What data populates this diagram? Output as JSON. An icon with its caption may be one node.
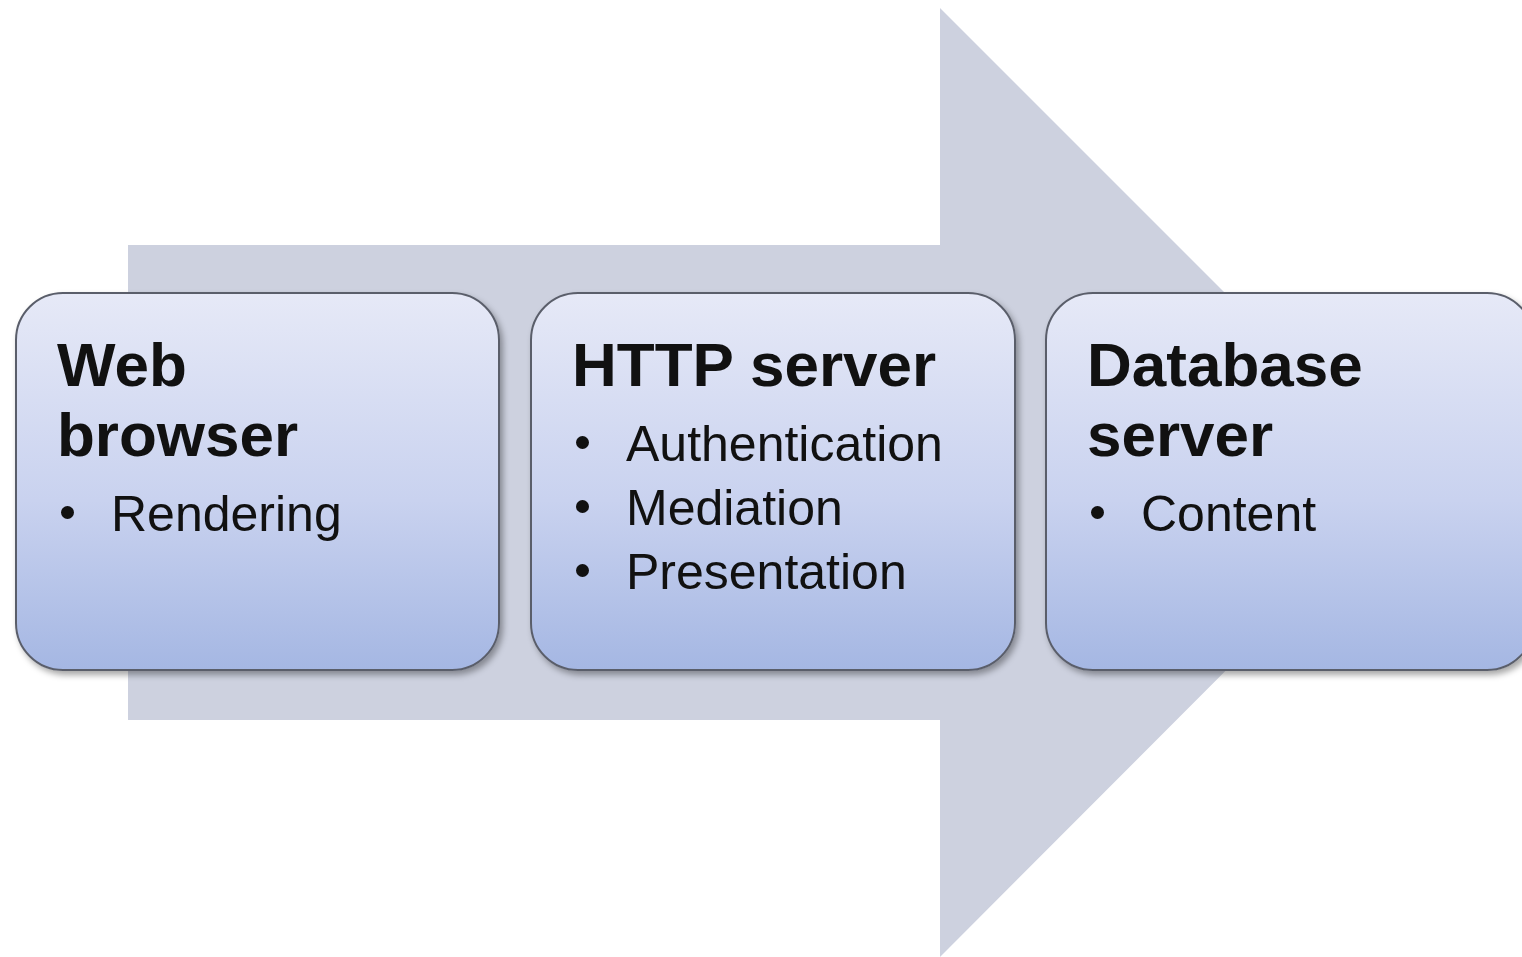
{
  "diagram": {
    "nodes": [
      {
        "text": [
          "Web browser",
          "Rendering"
        ]
      },
      {
        "text": [
          "HTTP server",
          "Authentication",
          "Mediation",
          "Presentation"
        ]
      },
      {
        "text": [
          "Database server",
          "Content"
        ]
      }
    ],
    "edges": [
      {
        "from": 0,
        "to": 2,
        "arrow": "to"
      }
    ]
  }
}
